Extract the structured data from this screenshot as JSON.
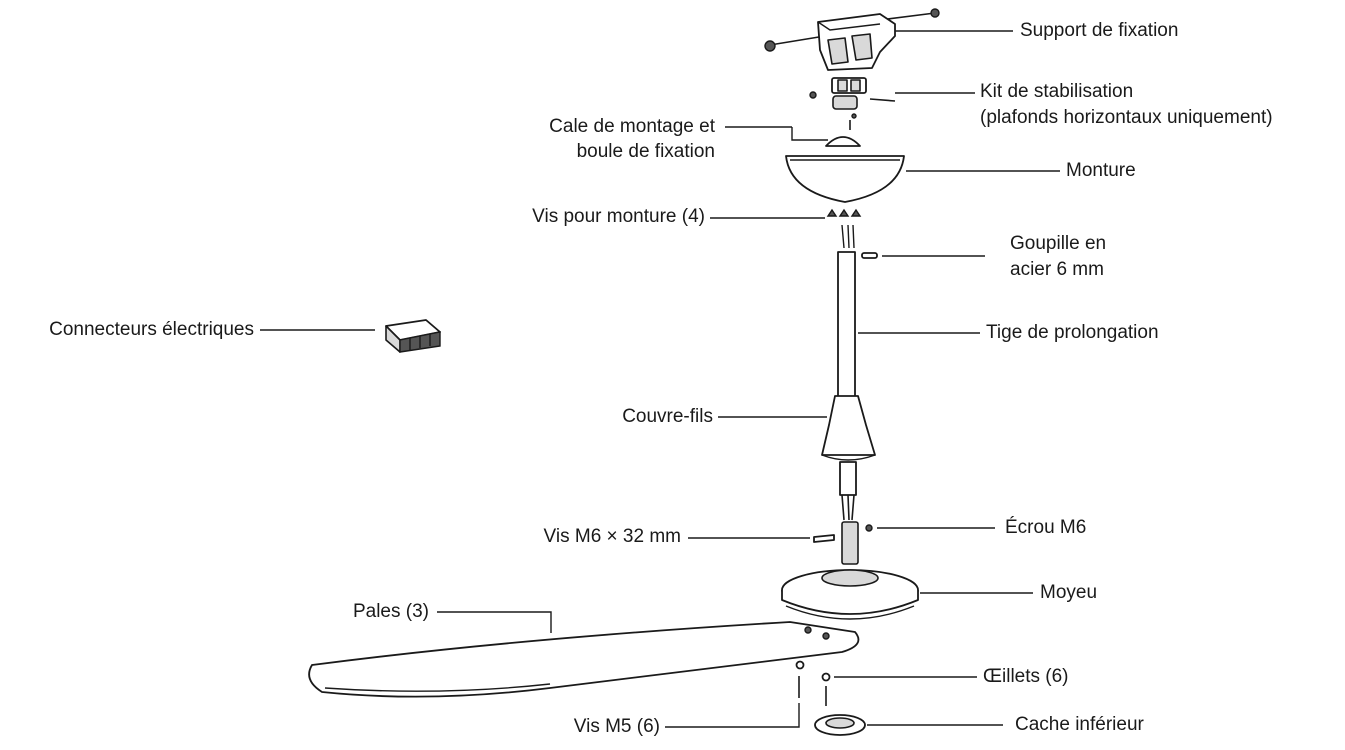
{
  "labels": {
    "support": "Support de fixation",
    "kit_line1": "Kit de stabilisation",
    "kit_line2": "(plafonds horizontaux uniquement)",
    "cale_line1": "Cale de montage et",
    "cale_line2": "boule de fixation",
    "monture": "Monture",
    "vis_monture": "Vis pour monture (4)",
    "goupille_line1": "Goupille en",
    "goupille_line2": "acier 6 mm",
    "connecteurs": "Connecteurs électriques",
    "tige": "Tige de prolongation",
    "couvre_fils": "Couvre-fils",
    "vis_m6": "Vis M6 × 32 mm",
    "ecrou": "Écrou M6",
    "moyeu": "Moyeu",
    "pales": "Pales (3)",
    "oeillets": "Œillets (6)",
    "vis_m5": "Vis M5 (6)",
    "cache": "Cache inférieur"
  }
}
